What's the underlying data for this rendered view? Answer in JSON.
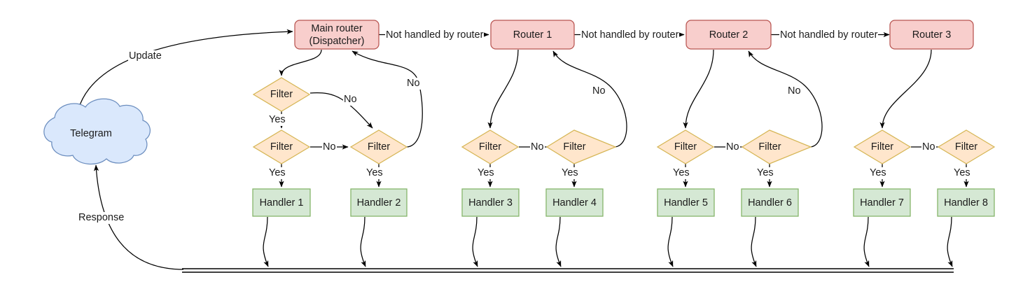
{
  "diagram": {
    "title": "Telegram bot update routing flow",
    "colors": {
      "router_fill": "#f8cecc",
      "router_stroke": "#b85450",
      "filter_fill": "#ffe6cc",
      "filter_stroke": "#d6b656",
      "handler_fill": "#d5e8d4",
      "handler_stroke": "#82b366",
      "cloud_fill": "#dae8fc",
      "cloud_stroke": "#6c8ebf",
      "edge": "#000000",
      "text": "#1b1b1b"
    },
    "cloud": {
      "label": "Telegram"
    },
    "routers": [
      {
        "id": "main-router",
        "line1": "Main router",
        "line2": "(Dispatcher)"
      },
      {
        "id": "router-1",
        "line1": "Router 1",
        "line2": ""
      },
      {
        "id": "router-2",
        "line1": "Router 2",
        "line2": ""
      },
      {
        "id": "router-3",
        "line1": "Router 3",
        "line2": ""
      }
    ],
    "filters": [
      {
        "id": "filter-a",
        "label": "Filter"
      },
      {
        "id": "filter-b",
        "label": "Filter"
      },
      {
        "id": "filter-c",
        "label": "Filter"
      },
      {
        "id": "filter-d",
        "label": "Filter"
      },
      {
        "id": "filter-e",
        "label": "Filter"
      },
      {
        "id": "filter-f",
        "label": "Filter"
      },
      {
        "id": "filter-g",
        "label": "Filter"
      },
      {
        "id": "filter-h",
        "label": "Filter"
      },
      {
        "id": "filter-i",
        "label": "Filter"
      }
    ],
    "handlers": [
      {
        "id": "handler-1",
        "label": "Handler 1"
      },
      {
        "id": "handler-2",
        "label": "Handler 2"
      },
      {
        "id": "handler-3",
        "label": "Handler 3"
      },
      {
        "id": "handler-4",
        "label": "Handler 4"
      },
      {
        "id": "handler-5",
        "label": "Handler 5"
      },
      {
        "id": "handler-6",
        "label": "Handler 6"
      },
      {
        "id": "handler-7",
        "label": "Handler 7"
      },
      {
        "id": "handler-8",
        "label": "Handler 8"
      }
    ],
    "edge_labels": {
      "update": "Update",
      "response": "Response",
      "not_handled_1": "Not handled by router",
      "not_handled_2": "Not handled by router",
      "not_handled_3": "Not handled by router",
      "yes_1": "Yes",
      "yes_2": "Yes",
      "yes_3": "Yes",
      "yes_4": "Yes",
      "yes_5": "Yes",
      "yes_6": "Yes",
      "yes_7": "Yes",
      "yes_8": "Yes",
      "yes_9": "Yes",
      "no_1": "No",
      "no_2": "No",
      "no_3": "No",
      "no_4": "No",
      "no_5": "No",
      "no_6": "No",
      "no_7": "No",
      "no_8": "No"
    }
  }
}
